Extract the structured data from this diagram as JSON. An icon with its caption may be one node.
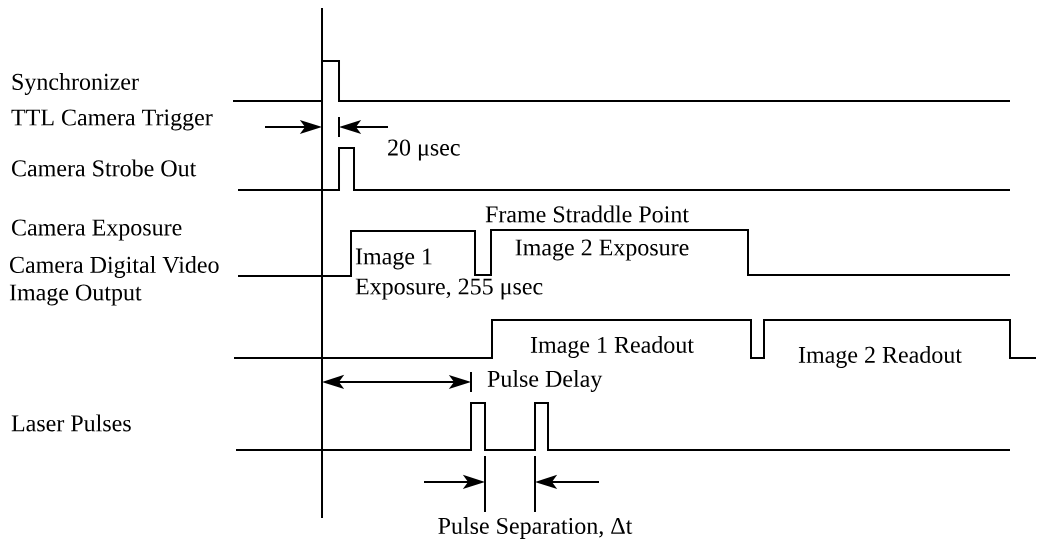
{
  "diagram": {
    "labels": [
      "Synchronizer",
      "TTL Camera Trigger",
      "20 μsec",
      "Camera Strobe Out",
      "Frame Straddle Point",
      "Camera Exposure",
      "Image 2 Exposure",
      "Image 1",
      "Camera Digital Video",
      "Exposure, 255 μsec",
      "Image Output",
      "Image 1 Readout",
      "Image 2 Readout",
      "Pulse Delay",
      "Laser Pulses",
      "Pulse Separation, Δt"
    ]
  }
}
